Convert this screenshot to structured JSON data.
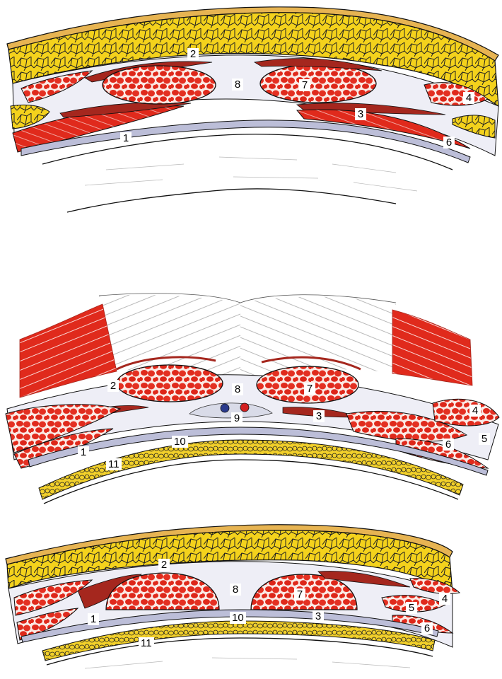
{
  "colors": {
    "fat": "#f4d21c",
    "fat_dark": "#e5b316",
    "muscle": "#e02a1c",
    "muscle_light": "#f0574b",
    "muscle_dark": "#a5271e",
    "fascia": "#bcbed8",
    "skin": "#e7b452",
    "outline": "#111111",
    "vein": "#2a3a8c",
    "artery": "#d22020"
  },
  "panels": [
    {
      "id": "top",
      "labels": [
        "1",
        "2",
        "3",
        "4",
        "6",
        "7",
        "8"
      ]
    },
    {
      "id": "middle",
      "labels": [
        "1",
        "2",
        "3",
        "4",
        "5",
        "6",
        "7",
        "8",
        "9",
        "10",
        "11"
      ]
    },
    {
      "id": "bottom",
      "labels": [
        "1",
        "2",
        "3",
        "4",
        "5",
        "6",
        "7",
        "8",
        "10",
        "11"
      ]
    }
  ]
}
